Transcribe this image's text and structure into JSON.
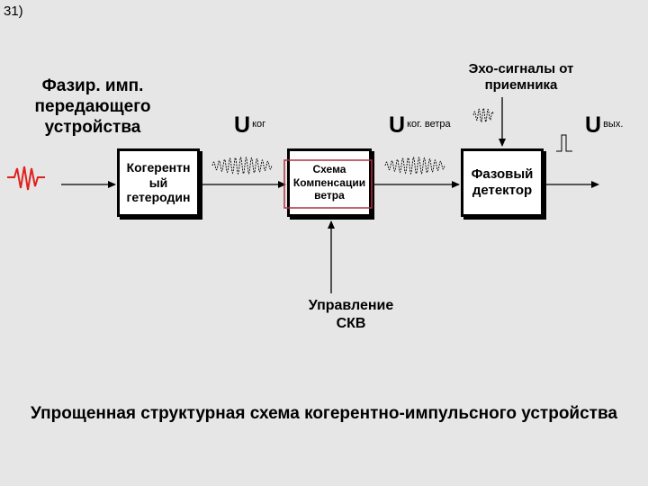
{
  "slide_number": "31)",
  "diagram": {
    "input_label": "Фазир. имп.\nпередающего\nустройства",
    "echo_label": "Эхо-сигналы от\nприемника",
    "control_label": "Управление\nСКВ",
    "blocks": {
      "coherent_lo": "Когерентн\nый\nгетеродин",
      "wind_compensation": "Схема\nКомпенсации\nветра",
      "phase_detector": "Фазовый\nдетектор"
    },
    "signals": {
      "u_coh": {
        "symbol": "U",
        "subscript": "ког"
      },
      "u_coh_wind": {
        "symbol": "U",
        "subscript": "ког. ветра"
      },
      "u_out": {
        "symbol": "U",
        "subscript": "вых."
      }
    },
    "colors": {
      "accent_red": "#e0201c",
      "highlight": "#b03040"
    }
  },
  "caption": "Упрощенная структурная схема когерентно-импульсного устройства"
}
